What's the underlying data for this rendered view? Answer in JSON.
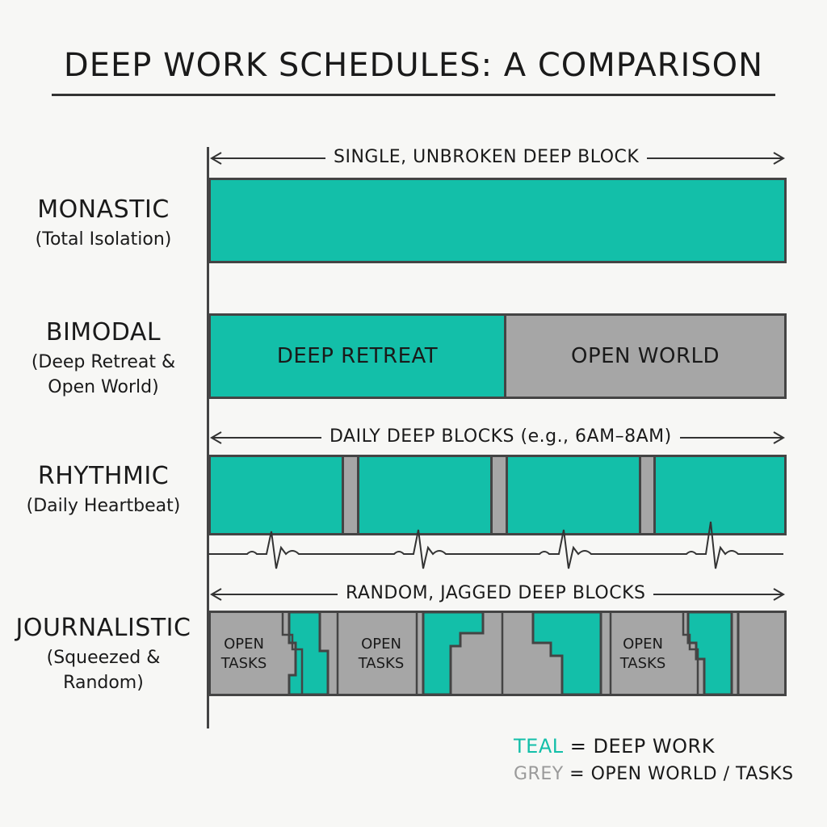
{
  "title": "DEEP WORK SCHEDULES: A COMPARISON",
  "rows": [
    {
      "name": "MONASTIC",
      "subtitle": [
        "(Total Isolation)"
      ]
    },
    {
      "name": "BIMODAL",
      "subtitle": [
        "(Deep Retreat &",
        "Open World)"
      ]
    },
    {
      "name": "RHYTHMIC",
      "subtitle": [
        "(Daily Heartbeat)"
      ]
    },
    {
      "name": "JOURNALISTIC",
      "subtitle": [
        "(Squeezed &",
        "Random)"
      ]
    }
  ],
  "span_notes": {
    "monastic": "SINGLE, UNBROKEN DEEP BLOCK",
    "rhythmic": "DAILY DEEP BLOCKS (e.g., 6AM–8AM)",
    "journalistic": "RANDOM, JAGGED DEEP BLOCKS"
  },
  "bimodal_segments": {
    "deep": "DEEP RETREAT",
    "open": "OPEN WORLD"
  },
  "journalistic_tags": {
    "line1": "OPEN",
    "line2": "TASKS"
  },
  "legend": {
    "teal_word": "TEAL",
    "teal_rest": " = DEEP WORK",
    "grey_word": "GREY",
    "grey_rest": " = OPEN WORLD / TASKS"
  },
  "colors": {
    "teal": "#13bfa9",
    "grey": "#a6a6a6",
    "ink": "#1a1a1a"
  }
}
